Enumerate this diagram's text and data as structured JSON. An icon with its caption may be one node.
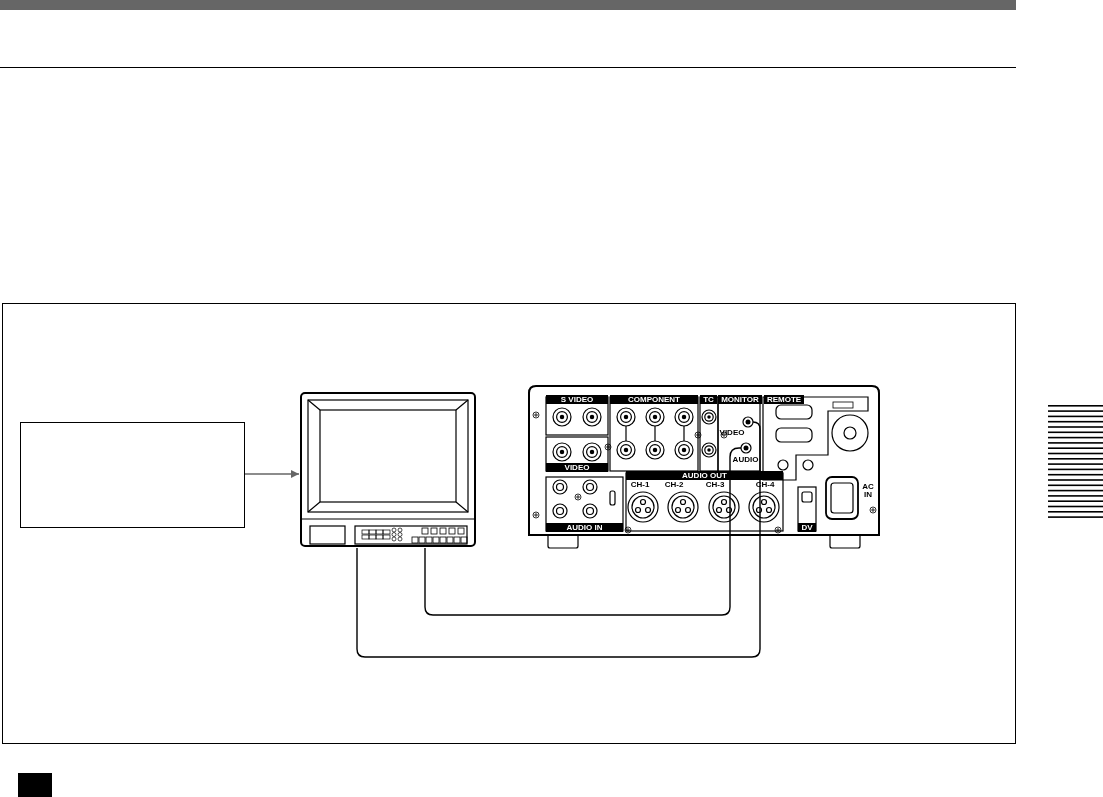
{
  "diagram": {
    "nodes": [
      {
        "text": [],
        "shape": "box"
      },
      {
        "text": [],
        "shape": "picture"
      },
      {
        "text": [],
        "shape": "picture"
      }
    ],
    "edges": [
      {
        "from": 0,
        "to": 1,
        "arrow": "to",
        "color": "#666666"
      },
      {
        "from": 1,
        "to": 2,
        "arrow": "none"
      },
      {
        "from": 1,
        "to": 2,
        "arrow": "none"
      }
    ],
    "labels": [
      "S VIDEO",
      "COMPONENT",
      "TC",
      "MONITOR",
      "REMOTE",
      "VIDEO",
      "AUDIO",
      "VIDEO",
      "AUDIO OUT",
      "CH-1",
      "CH-2",
      "CH-3",
      "CH-4",
      "AUDIO IN",
      "DV",
      "AC IN"
    ]
  }
}
